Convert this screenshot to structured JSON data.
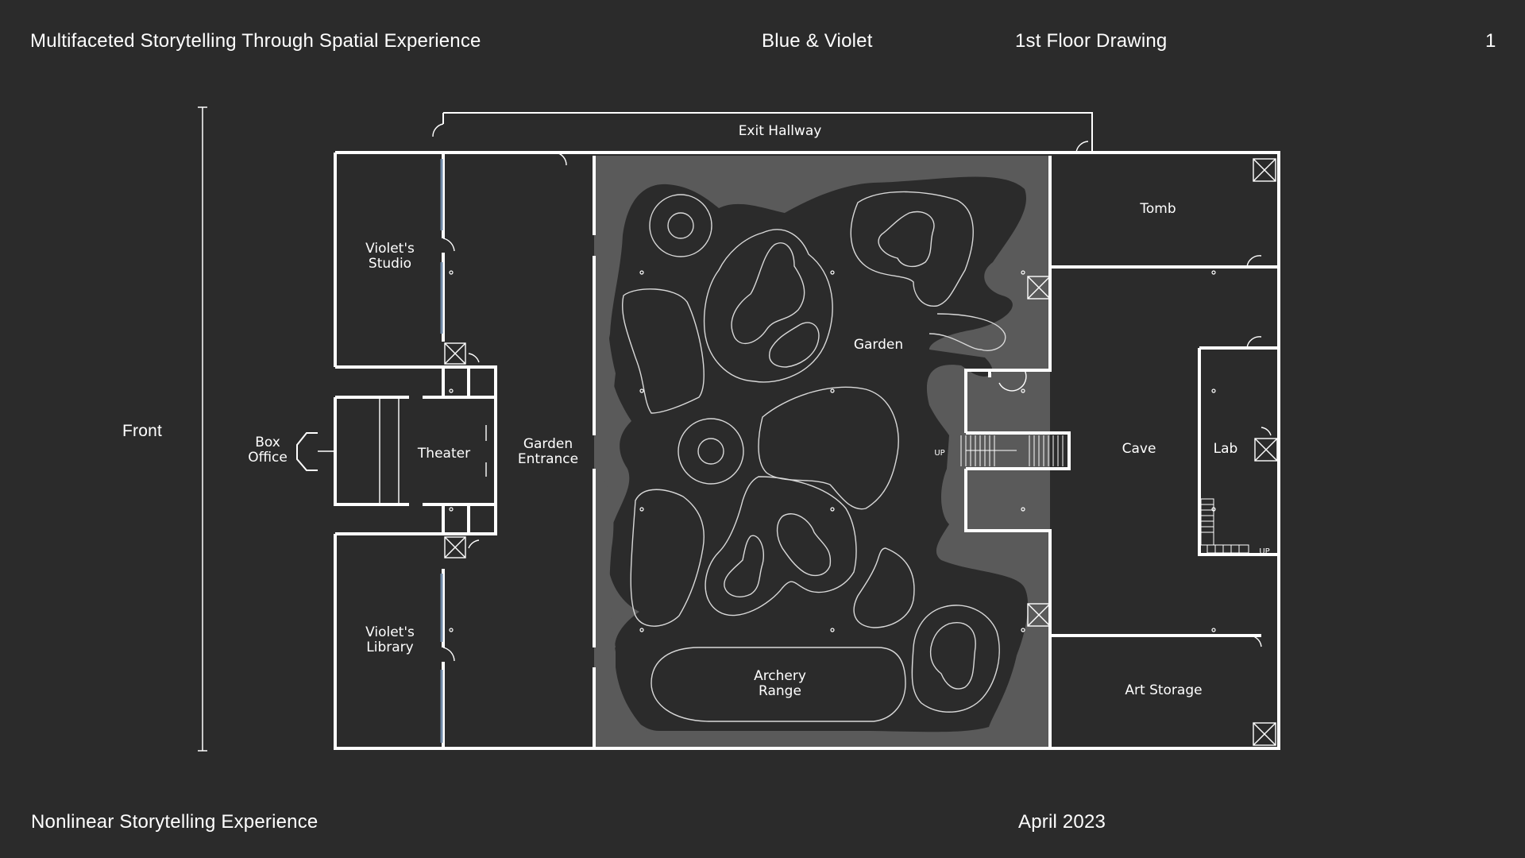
{
  "header": {
    "project_title": "Multifaceted Storytelling Through Spatial Experience",
    "project_name": "Blue & Violet",
    "sheet_title": "1st Floor Drawing",
    "page_number": "1"
  },
  "footer": {
    "subtitle": "Nonlinear Storytelling Experience",
    "date": "April 2023"
  },
  "plan": {
    "orientation_label": "Front",
    "stair_label": "UP",
    "rooms": {
      "exit_hallway": "Exit Hallway",
      "violets_studio": [
        "Violet's",
        "Studio"
      ],
      "box_office": [
        "Box",
        "Office"
      ],
      "theater": "Theater",
      "garden_entrance": [
        "Garden",
        "Entrance"
      ],
      "violets_library": [
        "Violet's",
        "Library"
      ],
      "garden": "Garden",
      "archery_range": [
        "Archery",
        "Range"
      ],
      "tomb": "Tomb",
      "cave": "Cave",
      "lab": "Lab",
      "art_storage": "Art Storage"
    }
  }
}
